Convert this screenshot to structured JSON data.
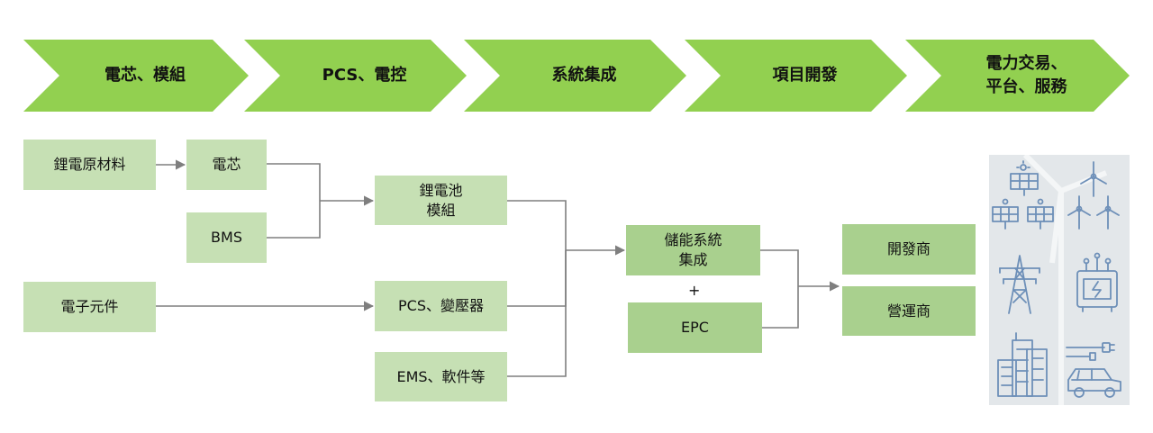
{
  "stages": [
    {
      "lines": [
        "電芯、模組"
      ]
    },
    {
      "lines": [
        "PCS、電控"
      ]
    },
    {
      "lines": [
        "系統集成"
      ]
    },
    {
      "lines": [
        "項目開發"
      ]
    },
    {
      "lines": [
        "電力交易、",
        "平台、服務"
      ]
    }
  ],
  "nodes": {
    "raw_material": "鋰電原材料",
    "cell": "電芯",
    "bms": "BMS",
    "electronics": "電子元件",
    "battery_module": [
      "鋰電池",
      "模組"
    ],
    "pcs_transformer": "PCS、變壓器",
    "ems_software": "EMS、軟件等",
    "storage_integration": [
      "儲能系統",
      "集成"
    ],
    "plus": "+",
    "epc": "EPC",
    "developer": "開發商",
    "operator": "營運商"
  },
  "icons": [
    "solar-panel-icon",
    "wind-turbine-icon",
    "transmission-tower-icon",
    "transformer-icon",
    "city-buildings-icon",
    "electric-car-icon"
  ],
  "colors": {
    "chevron": "#92d050",
    "box_light": "#c6e0b4",
    "box_mid": "#a9d08e",
    "connector": "#7f7f7f",
    "icon": "#6d8fb8"
  }
}
